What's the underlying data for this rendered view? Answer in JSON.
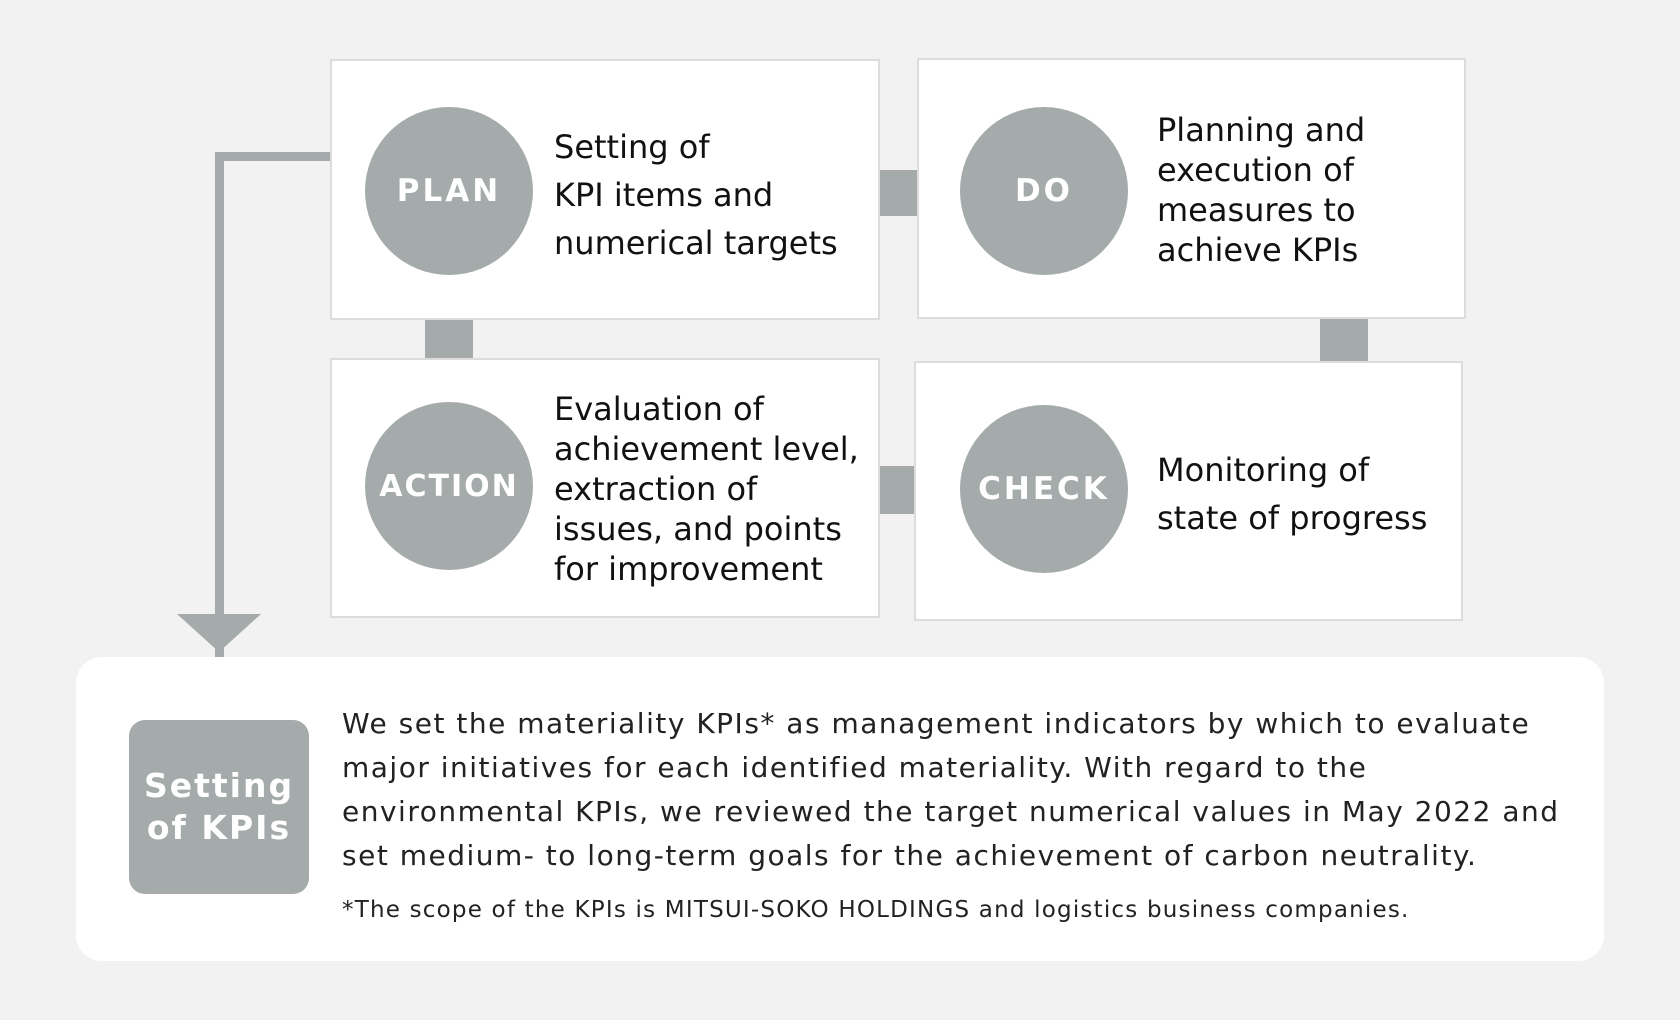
{
  "cycle": {
    "plan": {
      "label": "PLAN",
      "text": "Setting of\nKPI items and\nnumerical targets"
    },
    "do": {
      "label": "DO",
      "text": "Planning and\nexecution of\nmeasures to\nachieve KPIs"
    },
    "check": {
      "label": "CHECK",
      "text": "Monitoring of\nstate of progress"
    },
    "action": {
      "label": "ACTION",
      "text": "Evaluation of\nachievement level,\nextraction of\nissues, and points\nfor improvement"
    }
  },
  "kpi_section": {
    "title": "Setting\nof KPIs",
    "body": "We set the materiality KPIs* as management indicators by which to evaluate major initiatives for each identified materiality. With regard to the environmental KPIs, we reviewed the target numerical values in May 2022 and set medium- to long-term goals for the achievement of carbon neutrality.",
    "footnote": "*The scope of the KPIs is MITSUI-SOKO HOLDINGS and logistics business companies."
  },
  "colors": {
    "background": "#f2f2f2",
    "accent_gray": "#a5abaa",
    "box_border": "#dcdcdc",
    "card": "#ffffff"
  }
}
